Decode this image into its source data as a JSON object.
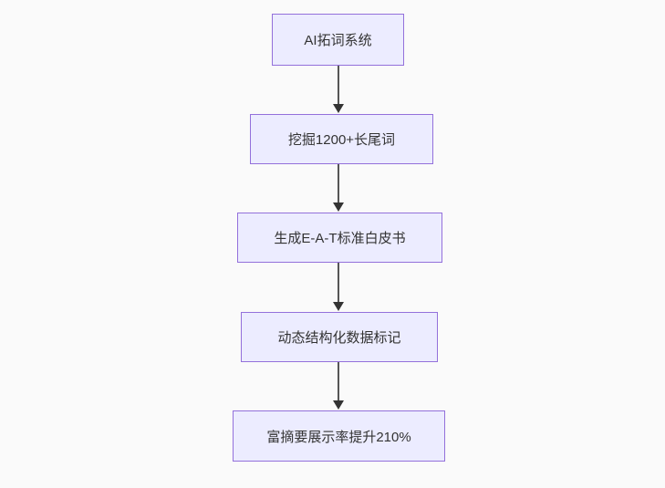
{
  "diagram": {
    "type": "flowchart",
    "direction": "top-down",
    "nodes": [
      {
        "id": "A",
        "label": "AI拓词系统"
      },
      {
        "id": "B",
        "label": "挖掘1200+长尾词"
      },
      {
        "id": "C",
        "label": "生成E-A-T标准白皮书"
      },
      {
        "id": "D",
        "label": "动态结构化数据标记"
      },
      {
        "id": "E",
        "label": "富摘要展示率提升210%"
      }
    ],
    "edges": [
      {
        "from": "A",
        "to": "B"
      },
      {
        "from": "B",
        "to": "C"
      },
      {
        "from": "C",
        "to": "D"
      },
      {
        "from": "D",
        "to": "E"
      }
    ],
    "colors": {
      "background": "#fafafa",
      "node_fill": "#ECECFF",
      "node_border": "#9370DB",
      "edge_line": "#555555",
      "arrowhead": "#333333",
      "text": "#333333"
    }
  }
}
